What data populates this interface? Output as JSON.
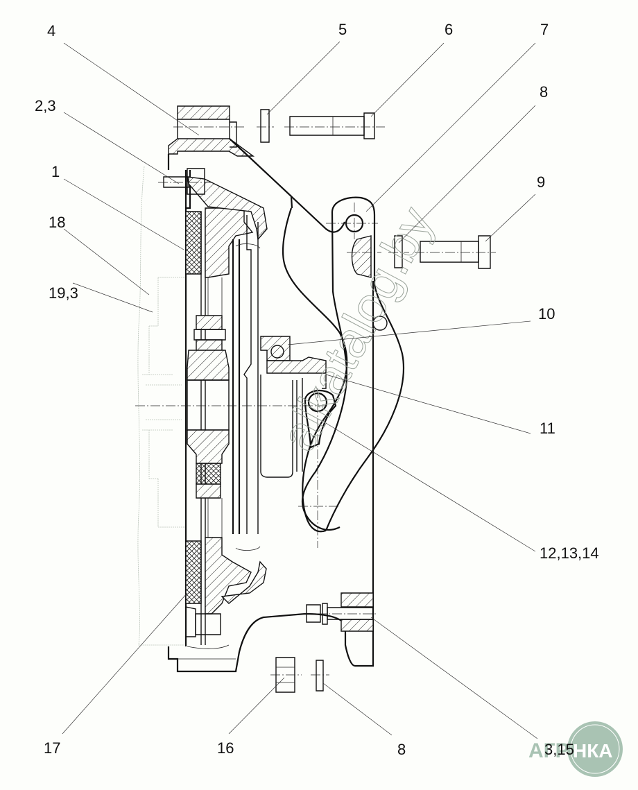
{
  "drawing": {
    "title": "Clutch assembly — sectional view with part callouts",
    "callouts": [
      {
        "id": "c4",
        "label": "4"
      },
      {
        "id": "c5",
        "label": "5"
      },
      {
        "id": "c6",
        "label": "6"
      },
      {
        "id": "c7",
        "label": "7"
      },
      {
        "id": "c8a",
        "label": "8"
      },
      {
        "id": "c23",
        "label": "2,3"
      },
      {
        "id": "c9",
        "label": "9"
      },
      {
        "id": "c1",
        "label": "1"
      },
      {
        "id": "c18",
        "label": "18"
      },
      {
        "id": "c193",
        "label": "19,3"
      },
      {
        "id": "c10",
        "label": "10"
      },
      {
        "id": "c11",
        "label": "11"
      },
      {
        "id": "c121314",
        "label": "12,13,14"
      },
      {
        "id": "c17",
        "label": "17"
      },
      {
        "id": "c16",
        "label": "16"
      },
      {
        "id": "c8b",
        "label": "8"
      },
      {
        "id": "c315",
        "label": "3,15"
      }
    ],
    "watermark": "alkatalog.by"
  },
  "logo": {
    "text_left": "АГРО",
    "text_right": "НКА",
    "color": "#a9c3b3"
  }
}
